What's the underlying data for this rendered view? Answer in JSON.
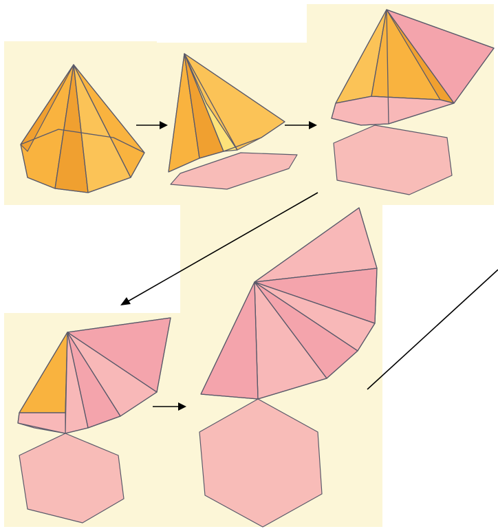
{
  "colors": {
    "panel_background": "#fcf6d7",
    "orange_face": "#f9b33f",
    "orange_face_light": "#fbc357",
    "orange_face_dark": "#f0a030",
    "yellow_inner": "#fde27a",
    "pink_face": "#f4a4ac",
    "pink_face_light": "#f8b8b8",
    "pink_base": "#f8bcb8",
    "edge": "#5a5a6a",
    "arrow": "#000000"
  },
  "steps": [
    {
      "name": "step-1-closed-pyramid"
    },
    {
      "name": "step-2-base-detached"
    },
    {
      "name": "step-3-one-face-unfolded"
    },
    {
      "name": "step-4-four-faces-unfolded"
    },
    {
      "name": "step-5-full-net"
    }
  ]
}
